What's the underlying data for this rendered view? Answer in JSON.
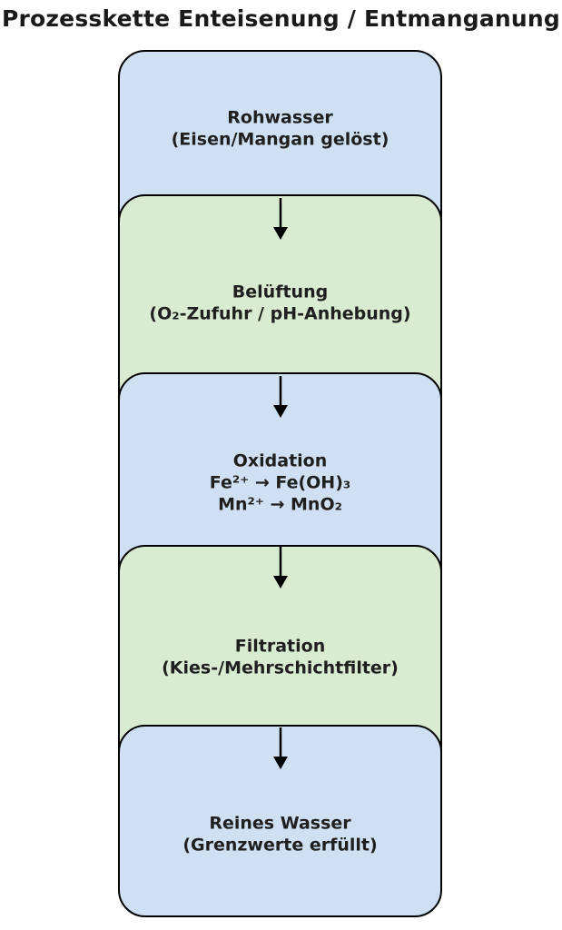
{
  "title": "Prozesskette Enteisenung / Entmanganung",
  "colors": {
    "blue": "#cfe0f2",
    "green": "#d9ecd2",
    "border": "#000000",
    "text": "#1f1f1f"
  },
  "steps": [
    {
      "id": "rohwasser",
      "color": "blue",
      "lines": [
        "Rohwasser",
        "(Eisen/Mangan gelöst)"
      ]
    },
    {
      "id": "belueftung",
      "color": "green",
      "lines": [
        "Belüftung",
        "(O₂-Zufuhr / pH-Anhebung)"
      ]
    },
    {
      "id": "oxidation",
      "color": "blue",
      "lines": [
        "Oxidation",
        "Fe²⁺ → Fe(OH)₃",
        "Mn²⁺ → MnO₂"
      ]
    },
    {
      "id": "filtration",
      "color": "green",
      "lines": [
        "Filtration",
        "(Kies-/Mehrschichtfilter)"
      ]
    },
    {
      "id": "reines-wasser",
      "color": "blue",
      "lines": [
        "Reines Wasser",
        "(Grenzwerte erfüllt)"
      ]
    }
  ]
}
